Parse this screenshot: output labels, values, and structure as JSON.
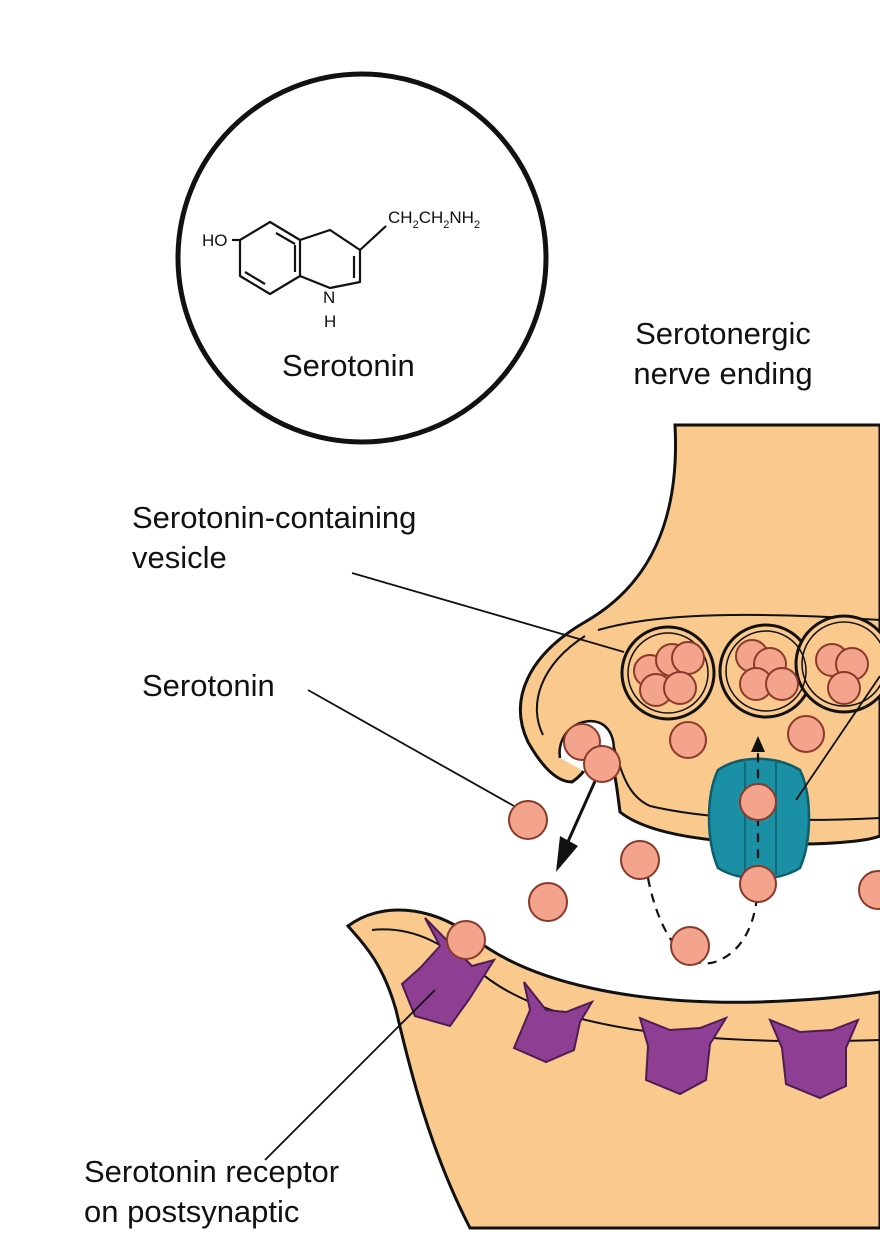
{
  "molecule": {
    "name": "Serotonin",
    "group_hydroxyl": "HO",
    "side_chain": [
      "CH",
      "2",
      "CH",
      "2",
      "NH",
      "2"
    ],
    "ring_nitrogen": "N",
    "ring_hydrogen": "H"
  },
  "labels": {
    "nerve_ending": [
      "Serotonergic",
      "nerve ending"
    ],
    "vesicle": [
      "Serotonin-containing",
      "vesicle"
    ],
    "serotonin": "Serotonin",
    "receptor": [
      "Serotonin receptor",
      "on postsynaptic"
    ]
  },
  "colors": {
    "membrane": "#f9c98e",
    "outline": "#111111",
    "serotonin_particle": "#f4a38c",
    "reuptake_transporter": "#1b8fa3",
    "receptor": "#8e3f93",
    "background": "#ffffff"
  }
}
